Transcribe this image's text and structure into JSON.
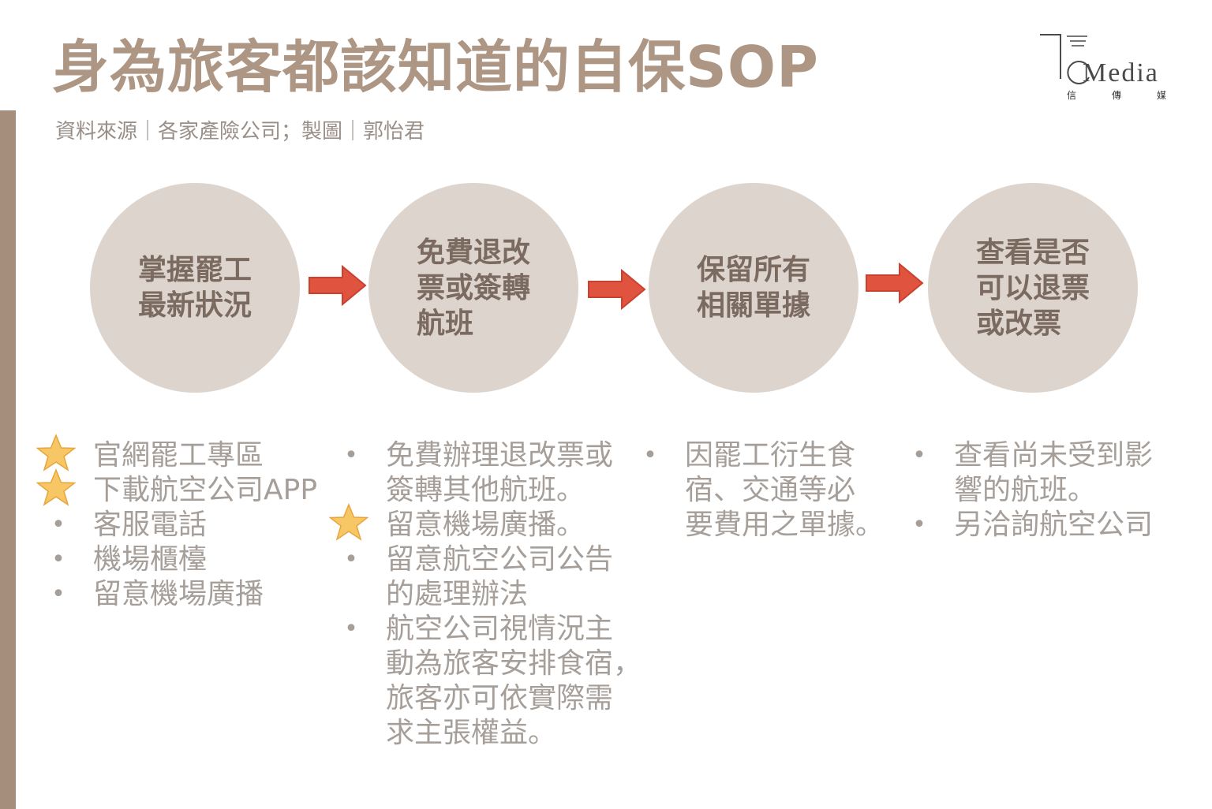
{
  "slide": {
    "title": "身為旅客都該知道的自保SOP",
    "subtitle": "資料來源｜各家產險公司；製圖｜郭怡君"
  },
  "logo": {
    "wordmark": "Media",
    "sub_chars": [
      "信",
      "傳",
      "媒"
    ]
  },
  "colors": {
    "title": "#ad9683",
    "accent_bar": "#a58f7c",
    "circle_fill": "#ddd4cd",
    "circle_text": "#7a6a60",
    "arrow": "#e0533f",
    "star": "#f7c765",
    "body_text": "#a59e99"
  },
  "steps": [
    {
      "label": "掌握罷工\n最新狀況"
    },
    {
      "label": "免費退改\n票或簽轉\n航班"
    },
    {
      "label": "保留所有\n相關單據"
    },
    {
      "label": "查看是否\n可以退票\n或改票"
    }
  ],
  "columns": [
    {
      "items": [
        {
          "text": "官網罷工專區",
          "marker": "star-icon"
        },
        {
          "text": "下載航空公司APP",
          "marker": "star-icon"
        },
        {
          "text": "客服電話",
          "marker": "bullet"
        },
        {
          "text": "機場櫃檯",
          "marker": "bullet"
        },
        {
          "text": "留意機場廣播",
          "marker": "bullet"
        }
      ]
    },
    {
      "items": [
        {
          "text": "免費辦理退改票或\n簽轉其他航班。",
          "marker": "bullet"
        },
        {
          "text": "留意機場廣播。",
          "marker": "star-icon"
        },
        {
          "text": "留意航空公司公告\n的處理辦法",
          "marker": "bullet"
        },
        {
          "text": "航空公司視情況主\n動為旅客安排食宿，\n旅客亦可依實際需\n求主張權益。",
          "marker": "bullet"
        }
      ]
    },
    {
      "items": [
        {
          "text": "因罷工衍生食\n宿、交通等必\n要費用之單據。",
          "marker": "bullet"
        }
      ]
    },
    {
      "items": [
        {
          "text": "查看尚未受到影\n響的航班。",
          "marker": "bullet"
        },
        {
          "text": "另洽詢航空公司",
          "marker": "bullet"
        }
      ]
    }
  ]
}
